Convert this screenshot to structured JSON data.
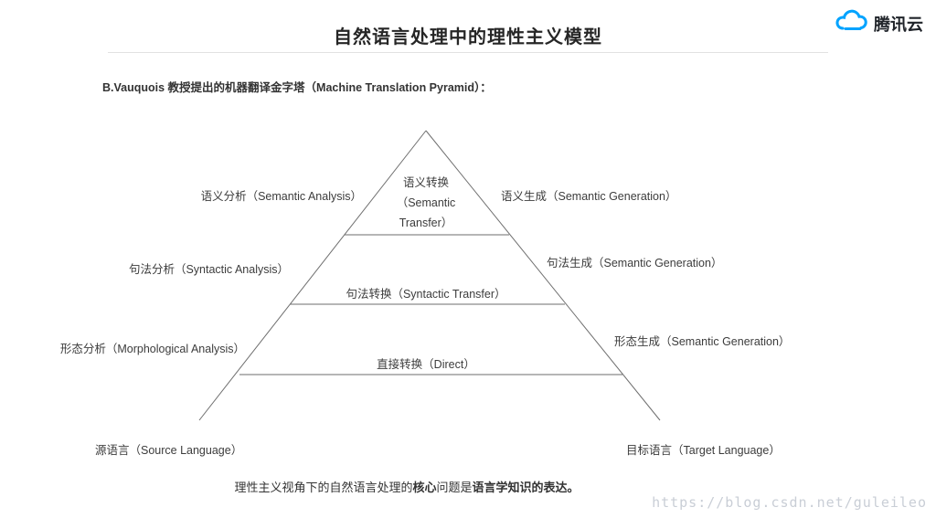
{
  "brand": {
    "name": "腾讯云",
    "color": "#00a3ff"
  },
  "slide": {
    "title": "自然语言处理中的理性主义模型",
    "subtitle": "B.Vauquois 教授提出的机器翻译金字塔（Machine Translation Pyramid）：",
    "watermark": "https://blog.csdn.net/guleileo"
  },
  "pyramid": {
    "center_levels": [
      {
        "line1": "语义转换",
        "line2": "（Semantic",
        "line3": "Transfer）"
      },
      {
        "line1": "句法转换（Syntactic Transfer）"
      },
      {
        "line1": "直接转换（Direct）"
      }
    ],
    "left_labels": [
      "语义分析（Semantic Analysis）",
      "句法分析（Syntactic Analysis）",
      "形态分析（Morphological Analysis）"
    ],
    "right_labels": [
      "语义生成（Semantic Generation）",
      "句法生成（Semantic Generation）",
      "形态生成（Semantic Generation）"
    ],
    "base_left": "源语言（Source Language）",
    "base_right": "目标语言（Target Language）"
  },
  "footer": {
    "segments": [
      {
        "text": "理性主义视角下的自然语言处理的"
      },
      {
        "text": "核心"
      },
      {
        "text": "问题是"
      },
      {
        "text": "语言学知识的表达。"
      }
    ]
  }
}
